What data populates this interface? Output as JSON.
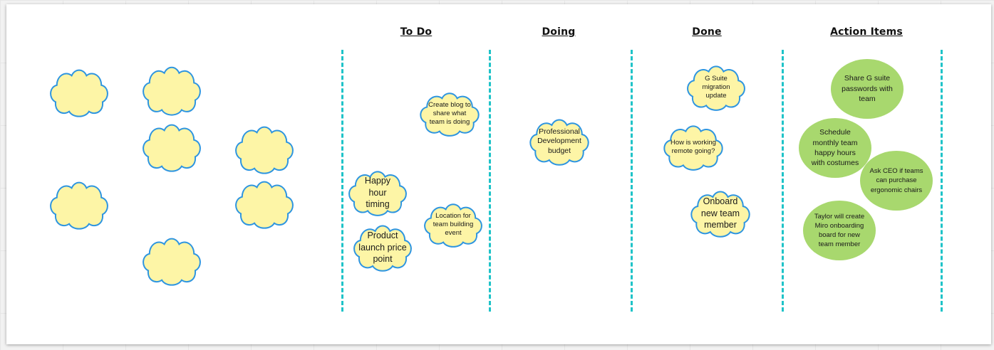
{
  "board": {
    "columns": {
      "todo": "To Do",
      "doing": "Doing",
      "done": "Done",
      "action": "Action Items"
    },
    "todo_notes": {
      "blog": "Create blog to share what team is doing",
      "happy_hour": "Happy hour timing",
      "location": "Location for team building event",
      "launch": "Product launch price point"
    },
    "doing_notes": {
      "pd": "Professional Development budget"
    },
    "done_notes": {
      "gsuite": "G Suite migration update",
      "remote": "How is working remote going?",
      "onboard": "Onboard new team member"
    },
    "action_items": {
      "share": "Share G suite passwords with team",
      "schedule": "Schedule monthly team happy hours with costumes",
      "ask_ceo": "Ask CEO if teams can purchase ergonomic chairs",
      "taylor": "Taylor will create Miro onboarding board for new team member"
    },
    "colors": {
      "cloud_fill": "#fdf5a6",
      "cloud_stroke": "#2e95e0",
      "divider": "#1fc3c8",
      "action_fill": "#a8d86e"
    }
  }
}
